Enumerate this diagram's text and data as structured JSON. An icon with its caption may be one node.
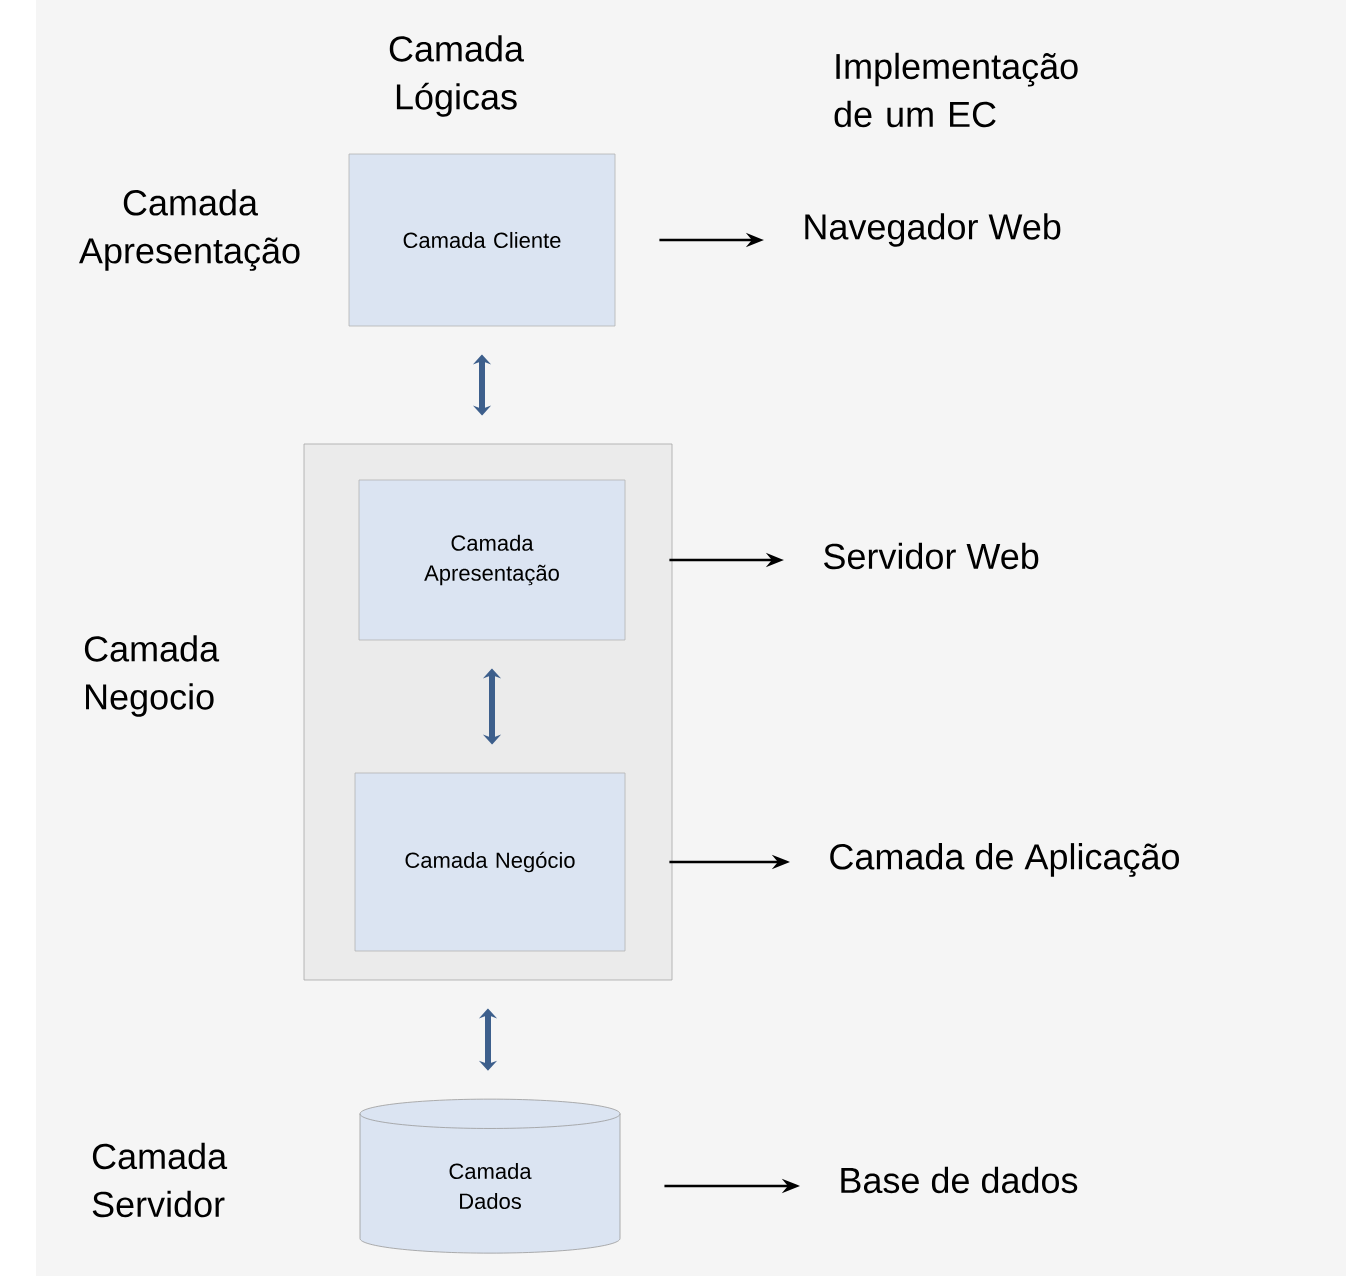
{
  "diagram": {
    "nodes": [
      {
        "text": [
          "Camada Cliente"
        ]
      },
      {
        "text": [],
        "shape": "box"
      },
      {
        "text": [
          "Camada Apresentação"
        ],
        "in": 1
      },
      {
        "text": [
          "Camada Negócio"
        ],
        "in": 1
      },
      {
        "text": [
          "Camada Dados"
        ]
      },
      {
        "text": [
          "Navegador Web"
        ]
      },
      {
        "text": [
          "Servidor Web"
        ]
      },
      {
        "text": [
          "Camada de Aplicação"
        ]
      },
      {
        "text": [
          "Base de dados"
        ]
      }
    ],
    "edges": [
      {
        "from": 0,
        "to": 1,
        "arrow": "both",
        "style": "thick",
        "color": "#3d5f8c"
      },
      {
        "from": 2,
        "to": 3,
        "arrow": "both",
        "style": "thick",
        "color": "#3d5f8c"
      },
      {
        "from": 1,
        "to": 4,
        "arrow": "both",
        "style": "thick",
        "color": "#3d5f8c"
      },
      {
        "from": 0,
        "to": 5,
        "arrow": "to"
      },
      {
        "from": 2,
        "to": 6,
        "arrow": "to"
      },
      {
        "from": 3,
        "to": 7,
        "arrow": "to"
      },
      {
        "from": 4,
        "to": 8,
        "arrow": "to"
      }
    ],
    "labels": [
      "Camada Lógicas",
      "Implementação de um EC",
      "Camada Apresentação",
      "Camada Negocio",
      "Camada Servidor"
    ]
  }
}
